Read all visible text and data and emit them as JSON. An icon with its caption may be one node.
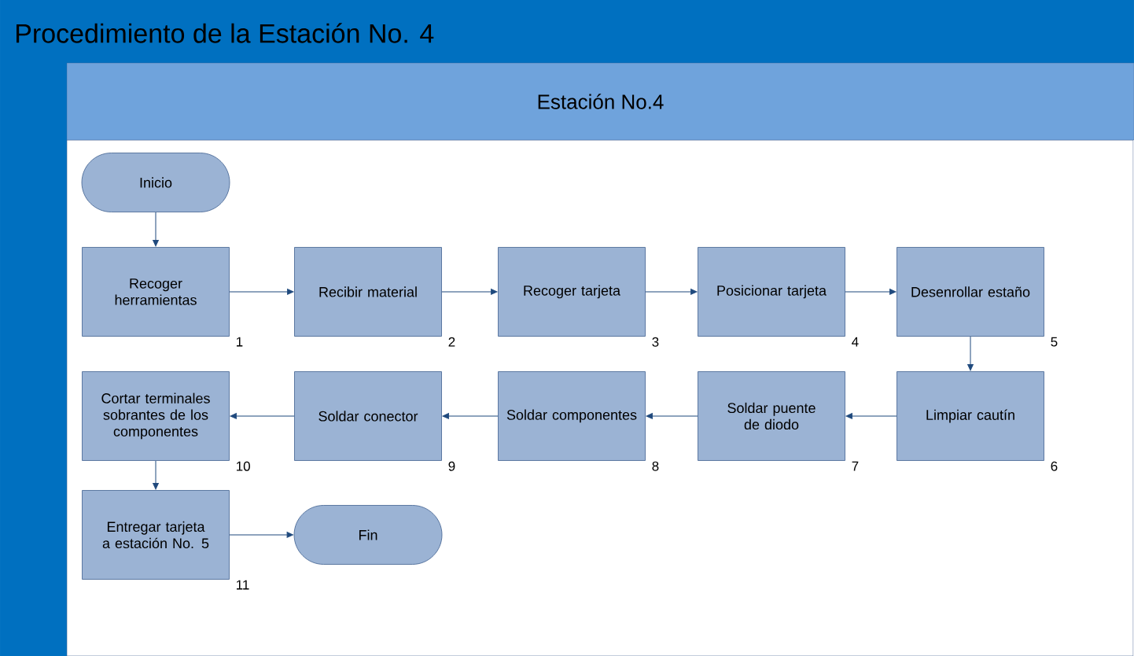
{
  "diagram": {
    "title": "Procedimiento de la Estación No. 4",
    "nodes": [
      {
        "text": [
          "Estación No.4"
        ]
      },
      {
        "text": [
          "Inicio"
        ]
      },
      {
        "text": [
          "Recoger herramientas"
        ],
        "beside": [
          "1"
        ]
      },
      {
        "text": [
          "Recibir material"
        ],
        "beside": [
          "2"
        ]
      },
      {
        "text": [
          "Recoger tarjeta"
        ],
        "beside": [
          "3"
        ]
      },
      {
        "text": [
          "Posicionar tarjeta"
        ],
        "beside": [
          "4"
        ]
      },
      {
        "text": [
          "Desenrollar estaño"
        ],
        "beside": [
          "5"
        ]
      },
      {
        "text": [
          "Limpiar cautín"
        ],
        "beside": [
          "6"
        ]
      },
      {
        "text": [
          "Soldar puente de diodo"
        ],
        "beside": [
          "7"
        ]
      },
      {
        "text": [
          "Soldar componentes"
        ],
        "beside": [
          "8"
        ]
      },
      {
        "text": [
          "Soldar conector"
        ],
        "beside": [
          "9"
        ]
      },
      {
        "text": [
          "Cortar terminales sobrantes de los componentes"
        ],
        "beside": [
          "10"
        ]
      },
      {
        "text": [
          "Entregar tarjeta a estación No. 5"
        ],
        "beside": [
          "11"
        ]
      },
      {
        "text": [
          "Fin"
        ]
      }
    ],
    "edges": [
      {
        "from": 1,
        "to": 2,
        "arrow": "to"
      },
      {
        "from": 2,
        "to": 3,
        "arrow": "to"
      },
      {
        "from": 3,
        "to": 4,
        "arrow": "to"
      },
      {
        "from": 4,
        "to": 5,
        "arrow": "to"
      },
      {
        "from": 5,
        "to": 6,
        "arrow": "to"
      },
      {
        "from": 6,
        "to": 7,
        "arrow": "to"
      },
      {
        "from": 7,
        "to": 8,
        "arrow": "to"
      },
      {
        "from": 8,
        "to": 9,
        "arrow": "to"
      },
      {
        "from": 9,
        "to": 10,
        "arrow": "to"
      },
      {
        "from": 10,
        "to": 11,
        "arrow": "to"
      },
      {
        "from": 11,
        "to": 12,
        "arrow": "to"
      },
      {
        "from": 12,
        "to": 13,
        "arrow": "to"
      }
    ]
  }
}
